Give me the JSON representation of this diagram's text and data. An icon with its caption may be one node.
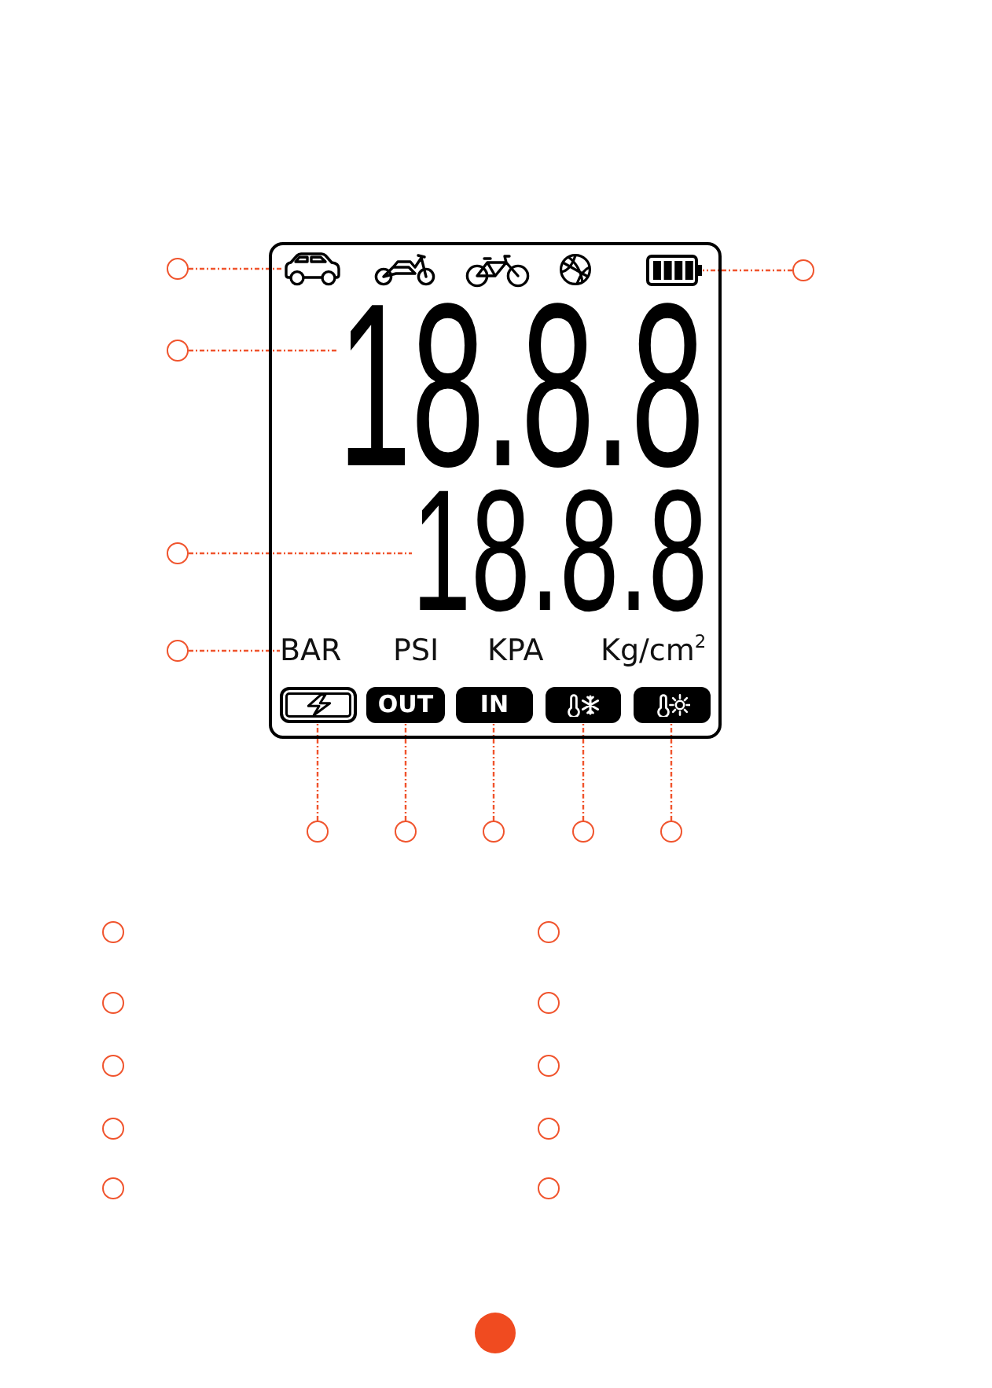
{
  "diagram": {
    "nodes": [
      {
        "text": [],
        "shape": "box"
      },
      {
        "text": [],
        "shape": "picture",
        "in": 0
      },
      {
        "text": [],
        "shape": "picture",
        "in": 0
      },
      {
        "text": [
          "18.8.8"
        ],
        "in": 0
      },
      {
        "text": [
          "18.8.8"
        ],
        "in": 0
      },
      {
        "text": [
          "BAR"
        ],
        "in": 0
      },
      {
        "text": [],
        "shape": "box",
        "in": 0
      },
      {
        "text": [
          "OUT"
        ],
        "in": 0
      },
      {
        "text": [
          "IN"
        ],
        "in": 0
      },
      {
        "text": [],
        "shape": "box",
        "in": 0
      },
      {
        "text": [],
        "shape": "box",
        "in": 0
      },
      {
        "text": [],
        "shape": "circle"
      },
      {
        "text": [],
        "shape": "circle"
      },
      {
        "text": [],
        "shape": "circle"
      },
      {
        "text": [],
        "shape": "circle"
      },
      {
        "text": [],
        "shape": "circle"
      },
      {
        "text": [],
        "shape": "circle"
      },
      {
        "text": [],
        "shape": "circle"
      },
      {
        "text": [],
        "shape": "circle"
      },
      {
        "text": [],
        "shape": "circle"
      },
      {
        "text": [],
        "shape": "circle"
      },
      {
        "text": [],
        "shape": "circle"
      },
      {
        "text": [],
        "shape": "circle"
      },
      {
        "text": [],
        "shape": "circle"
      },
      {
        "text": [],
        "shape": "circle"
      },
      {
        "text": [],
        "shape": "circle"
      },
      {
        "text": [],
        "shape": "circle"
      },
      {
        "text": [],
        "shape": "circle"
      },
      {
        "text": [],
        "shape": "circle"
      },
      {
        "text": [],
        "shape": "circle"
      },
      {
        "text": [],
        "shape": "circle"
      }
    ],
    "edges": [
      {
        "from": 11,
        "to": 1,
        "arrow": "none",
        "style": "dashed"
      },
      {
        "from": 12,
        "to": 2,
        "arrow": "none",
        "style": "dashed"
      },
      {
        "from": 13,
        "to": 3,
        "arrow": "none",
        "style": "dashed"
      },
      {
        "from": 14,
        "to": 4,
        "arrow": "none",
        "style": "dashed"
      },
      {
        "from": 15,
        "to": 5,
        "arrow": "none",
        "style": "dashed"
      },
      {
        "from": 16,
        "to": 6,
        "arrow": "none",
        "style": "dashed"
      },
      {
        "from": 17,
        "to": 7,
        "arrow": "none",
        "style": "dashed"
      },
      {
        "from": 18,
        "to": 8,
        "arrow": "none",
        "style": "dashed"
      },
      {
        "from": 19,
        "to": 9,
        "arrow": "none",
        "style": "dashed"
      },
      {
        "from": 20,
        "to": 10,
        "arrow": "none",
        "style": "dashed"
      }
    ],
    "labels": [
      "PSI",
      "KPA",
      "Kg/cm$^{2}$"
    ]
  }
}
